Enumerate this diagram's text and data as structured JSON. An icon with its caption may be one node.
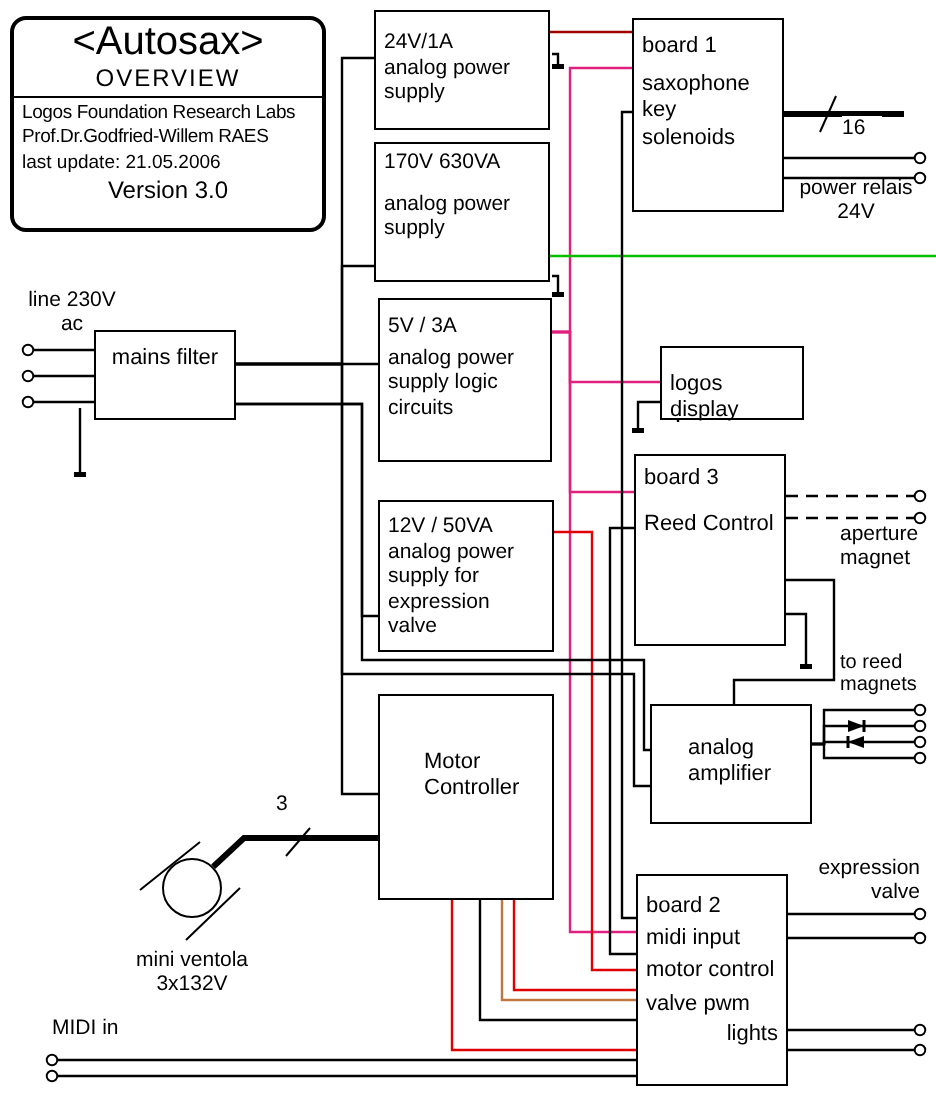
{
  "diagram": {
    "nodes": [
      {
        "text": [
          "<Autosax>",
          "OVERVIEW",
          "Logos Foundation Research Labs",
          "Prof.Dr.Godfried-Willem RAES",
          "last update:  21.05.2006",
          "Version 3.0"
        ]
      },
      {
        "text": [
          "24V/1A",
          "analog power supply"
        ]
      },
      {
        "text": [
          "170V   630VA",
          "analog power supply"
        ]
      },
      {
        "text": [
          "5V / 3A",
          "analog power supply logic circuits"
        ]
      },
      {
        "text": [
          "12V / 50VA",
          "analog power supply for expression valve"
        ]
      },
      {
        "text": [
          "Motor Controller"
        ]
      },
      {
        "text": [
          "board 1",
          "saxophone key solenoids"
        ]
      },
      {
        "text": [
          "logos display"
        ]
      },
      {
        "text": [
          "board 3",
          "Reed Control"
        ]
      },
      {
        "text": [
          "analog amplifier"
        ]
      },
      {
        "text": [
          "board 2",
          "midi input",
          "motor control",
          "valve pwm",
          "lights"
        ]
      },
      {
        "text": [
          "mains filter"
        ]
      },
      {
        "text": [],
        "shape": "circle",
        "beside": [
          "mini ventola 3x132V"
        ]
      },
      {
        "text": [
          "line 230V ac"
        ]
      },
      {
        "text": [
          "power relais 24V"
        ]
      },
      {
        "text": [
          "aperture magnet"
        ]
      },
      {
        "text": [
          "to reed magnets"
        ]
      },
      {
        "text": [
          "expression valve"
        ]
      },
      {
        "text": [
          "MIDI in"
        ]
      }
    ],
    "edges": [
      {
        "from": 13,
        "to": 11,
        "arrow": "other"
      },
      {
        "from": 13,
        "to": 11,
        "arrow": "other"
      },
      {
        "from": 13,
        "to": 11,
        "arrow": "other"
      },
      {
        "from": 11,
        "to": 1,
        "arrow": "none"
      },
      {
        "from": 11,
        "to": 2,
        "arrow": "none"
      },
      {
        "from": 11,
        "to": 3,
        "arrow": "none"
      },
      {
        "from": 11,
        "to": 4,
        "arrow": "none"
      },
      {
        "from": 11,
        "to": 5,
        "arrow": "none"
      },
      {
        "from": 1,
        "to": 6,
        "arrow": "none",
        "color": "#a00000"
      },
      {
        "from": 3,
        "to": 6,
        "arrow": "none",
        "color": "#e0207f"
      },
      {
        "from": 3,
        "to": 7,
        "arrow": "none",
        "color": "#e0207f"
      },
      {
        "from": 3,
        "to": 8,
        "arrow": "none",
        "color": "#e0207f"
      },
      {
        "from": 3,
        "to": 10,
        "arrow": "none",
        "color": "#e0207f"
      },
      {
        "from": 2,
        "to": null,
        "arrow": "none",
        "color": "#00c000"
      },
      {
        "from": 4,
        "to": 10,
        "arrow": "none",
        "color": "#e00000"
      },
      {
        "from": 5,
        "to": 10,
        "arrow": "none",
        "color": "#e00000"
      },
      {
        "from": 5,
        "to": 10,
        "arrow": "none",
        "color": "#c07840"
      },
      {
        "from": 5,
        "to": 10,
        "arrow": "none",
        "color": "#e00000"
      },
      {
        "from": 6,
        "to": 10,
        "arrow": "none"
      },
      {
        "from": 8,
        "to": 10,
        "arrow": "none"
      },
      {
        "from": 8,
        "to": 9,
        "arrow": "none"
      },
      {
        "from": 8,
        "to": 15,
        "arrow": "other",
        "style": "dashed"
      },
      {
        "from": 8,
        "to": 15,
        "arrow": "other",
        "style": "dashed"
      },
      {
        "from": 6,
        "to": null,
        "arrow": "none",
        "style": "thick"
      },
      {
        "from": 6,
        "to": 14,
        "arrow": "other"
      },
      {
        "from": 6,
        "to": 14,
        "arrow": "other"
      },
      {
        "from": 9,
        "to": 16,
        "arrow": "other"
      },
      {
        "from": 9,
        "to": 16,
        "arrow": "other"
      },
      {
        "from": 9,
        "to": 16,
        "arrow": "other"
      },
      {
        "from": 9,
        "to": 16,
        "arrow": "other"
      },
      {
        "from": 10,
        "to": 17,
        "arrow": "other"
      },
      {
        "from": 10,
        "to": 17,
        "arrow": "other"
      },
      {
        "from": 10,
        "to": null,
        "arrow": "other"
      },
      {
        "from": 10,
        "to": null,
        "arrow": "other"
      },
      {
        "from": 18,
        "to": 10,
        "arrow": "other"
      },
      {
        "from": 18,
        "to": 10,
        "arrow": "other"
      },
      {
        "from": 5,
        "to": 12,
        "arrow": "none",
        "style": "thick"
      },
      {
        "from": 11,
        "to": 9,
        "arrow": "none"
      },
      {
        "from": 11,
        "to": 9,
        "arrow": "none"
      },
      {
        "from": 5,
        "to": 10,
        "arrow": "none"
      }
    ],
    "labels": [
      "16",
      "3"
    ]
  }
}
